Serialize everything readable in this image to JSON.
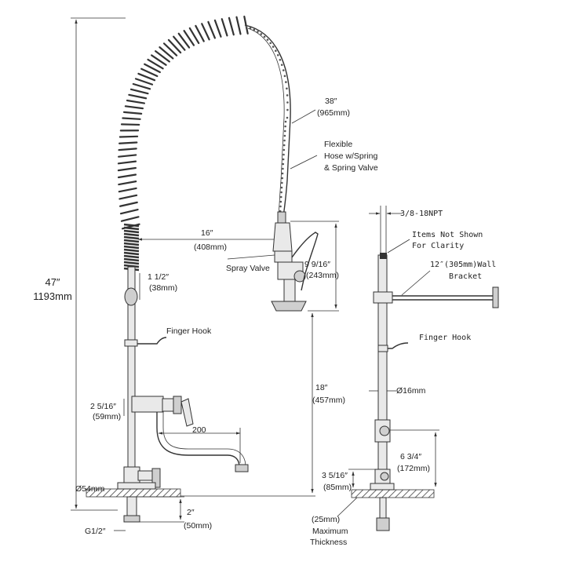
{
  "front": {
    "height_in": "47″",
    "height_mm": "1193mm",
    "hose_len_in": "38″",
    "hose_len_mm": "(965mm)",
    "hose_desc_1": "Flexible",
    "hose_desc_2": "Hose w/Spring",
    "hose_desc_3": "& Spring Valve",
    "reach_in": "16″",
    "reach_mm": "(408mm)",
    "spray_valve": "Spray Valve",
    "valve_h_in": "9 9/16″",
    "valve_h_mm": "(243mm)",
    "offset_in": "1 1/2″",
    "offset_mm": "(38mm)",
    "finger_hook": "Finger Hook",
    "faucet_h_in": "2 5/16″",
    "faucet_h_mm": "(59mm)",
    "spout_len": "200",
    "clearance_in": "18″",
    "clearance_mm": "(457mm)",
    "base_dia": "Ø54mm",
    "shank_in": "2″",
    "shank_mm": "(50mm)",
    "thread": "G1/2″"
  },
  "side": {
    "inlet": "3/8-18NPT",
    "not_shown_1": "Items Not Shown",
    "not_shown_2": "For Clarity",
    "bracket_1": "12″(305mm)Wall",
    "bracket_2": "Bracket",
    "finger_hook": "Finger Hook",
    "post_dia": "Ø16mm",
    "inlet_h_in": "6 3/4″",
    "inlet_h_mm": "(172mm)",
    "base_h_in": "3 5/16″",
    "base_h_mm": "(85mm)",
    "deck_mm": "(25mm)",
    "deck_1": "Maximum",
    "deck_2": "Thickness"
  }
}
